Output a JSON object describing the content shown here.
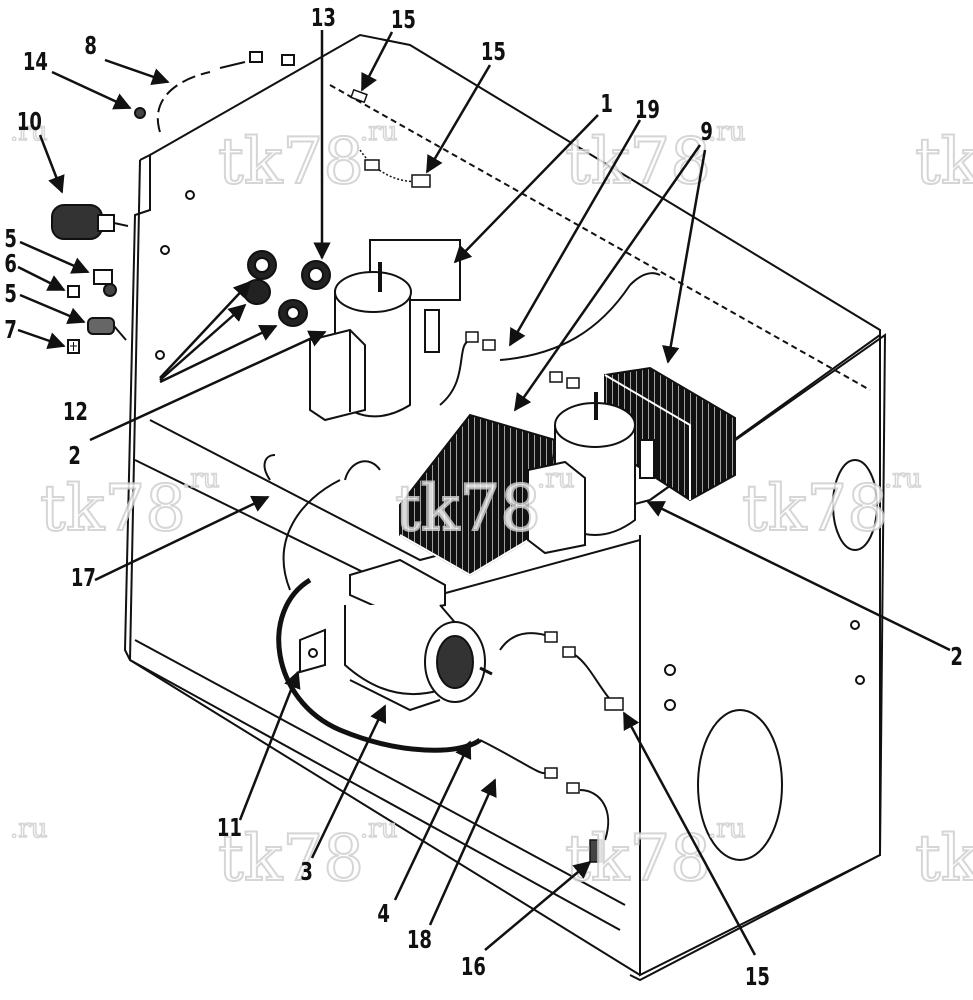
{
  "watermark": {
    "text": "tk78",
    "suffix": ".ru"
  },
  "callouts": [
    {
      "id": "c8",
      "text": "8"
    },
    {
      "id": "c14",
      "text": "14"
    },
    {
      "id": "c10",
      "text": "10"
    },
    {
      "id": "c5a",
      "text": "5"
    },
    {
      "id": "c6",
      "text": "6"
    },
    {
      "id": "c5b",
      "text": "5"
    },
    {
      "id": "c7",
      "text": "7"
    },
    {
      "id": "c13",
      "text": "13"
    },
    {
      "id": "c15a",
      "text": "15"
    },
    {
      "id": "c15b",
      "text": "15"
    },
    {
      "id": "c1",
      "text": "1"
    },
    {
      "id": "c19",
      "text": "19"
    },
    {
      "id": "c9",
      "text": "9"
    },
    {
      "id": "c12",
      "text": "12"
    },
    {
      "id": "c2a",
      "text": "2"
    },
    {
      "id": "c2b",
      "text": "2"
    },
    {
      "id": "c17",
      "text": "17"
    },
    {
      "id": "c11",
      "text": "11"
    },
    {
      "id": "c3",
      "text": "3"
    },
    {
      "id": "c4",
      "text": "4"
    },
    {
      "id": "c18",
      "text": "18"
    },
    {
      "id": "c16",
      "text": "16"
    },
    {
      "id": "c15c",
      "text": "15"
    }
  ]
}
